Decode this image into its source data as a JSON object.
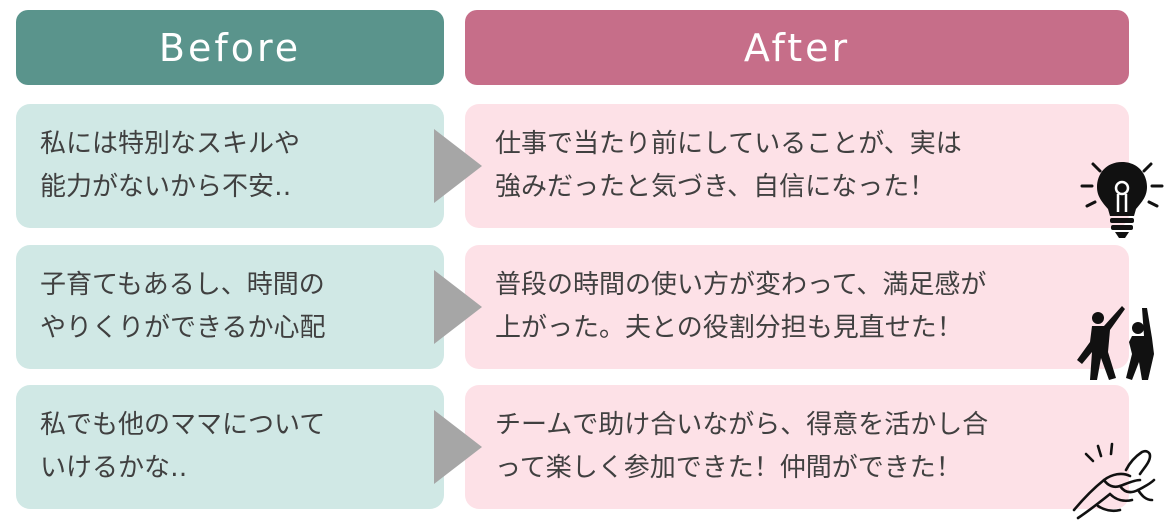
{
  "headers": {
    "before": "Before",
    "after": "After"
  },
  "rows": [
    {
      "before": "私には特別なスキルや\n能力がないから不安‥",
      "after": "仕事で当たり前にしていることが、実は\n強みだったと気づき、自信になった！",
      "icon": "lightbulb-icon"
    },
    {
      "before": "子育てもあるし、時間の\nやりくりができるか心配",
      "after": "普段の時間の使い方が変わって、満足感が\n上がった。夫との役割分担も見直せた！",
      "icon": "high-five-people-icon"
    },
    {
      "before": "私でも他のママについて\nいけるかな‥",
      "after": "チームで助け合いながら、得意を活かし合\nって楽しく参加できた！仲間ができた！",
      "icon": "clasped-hands-icon"
    }
  ],
  "colors": {
    "before_header": "#5a948c",
    "after_header": "#c66e89",
    "before_cell": "#d0e8e5",
    "after_cell": "#fde1e7",
    "arrow": "#a6a6a6",
    "text": "#404040"
  }
}
